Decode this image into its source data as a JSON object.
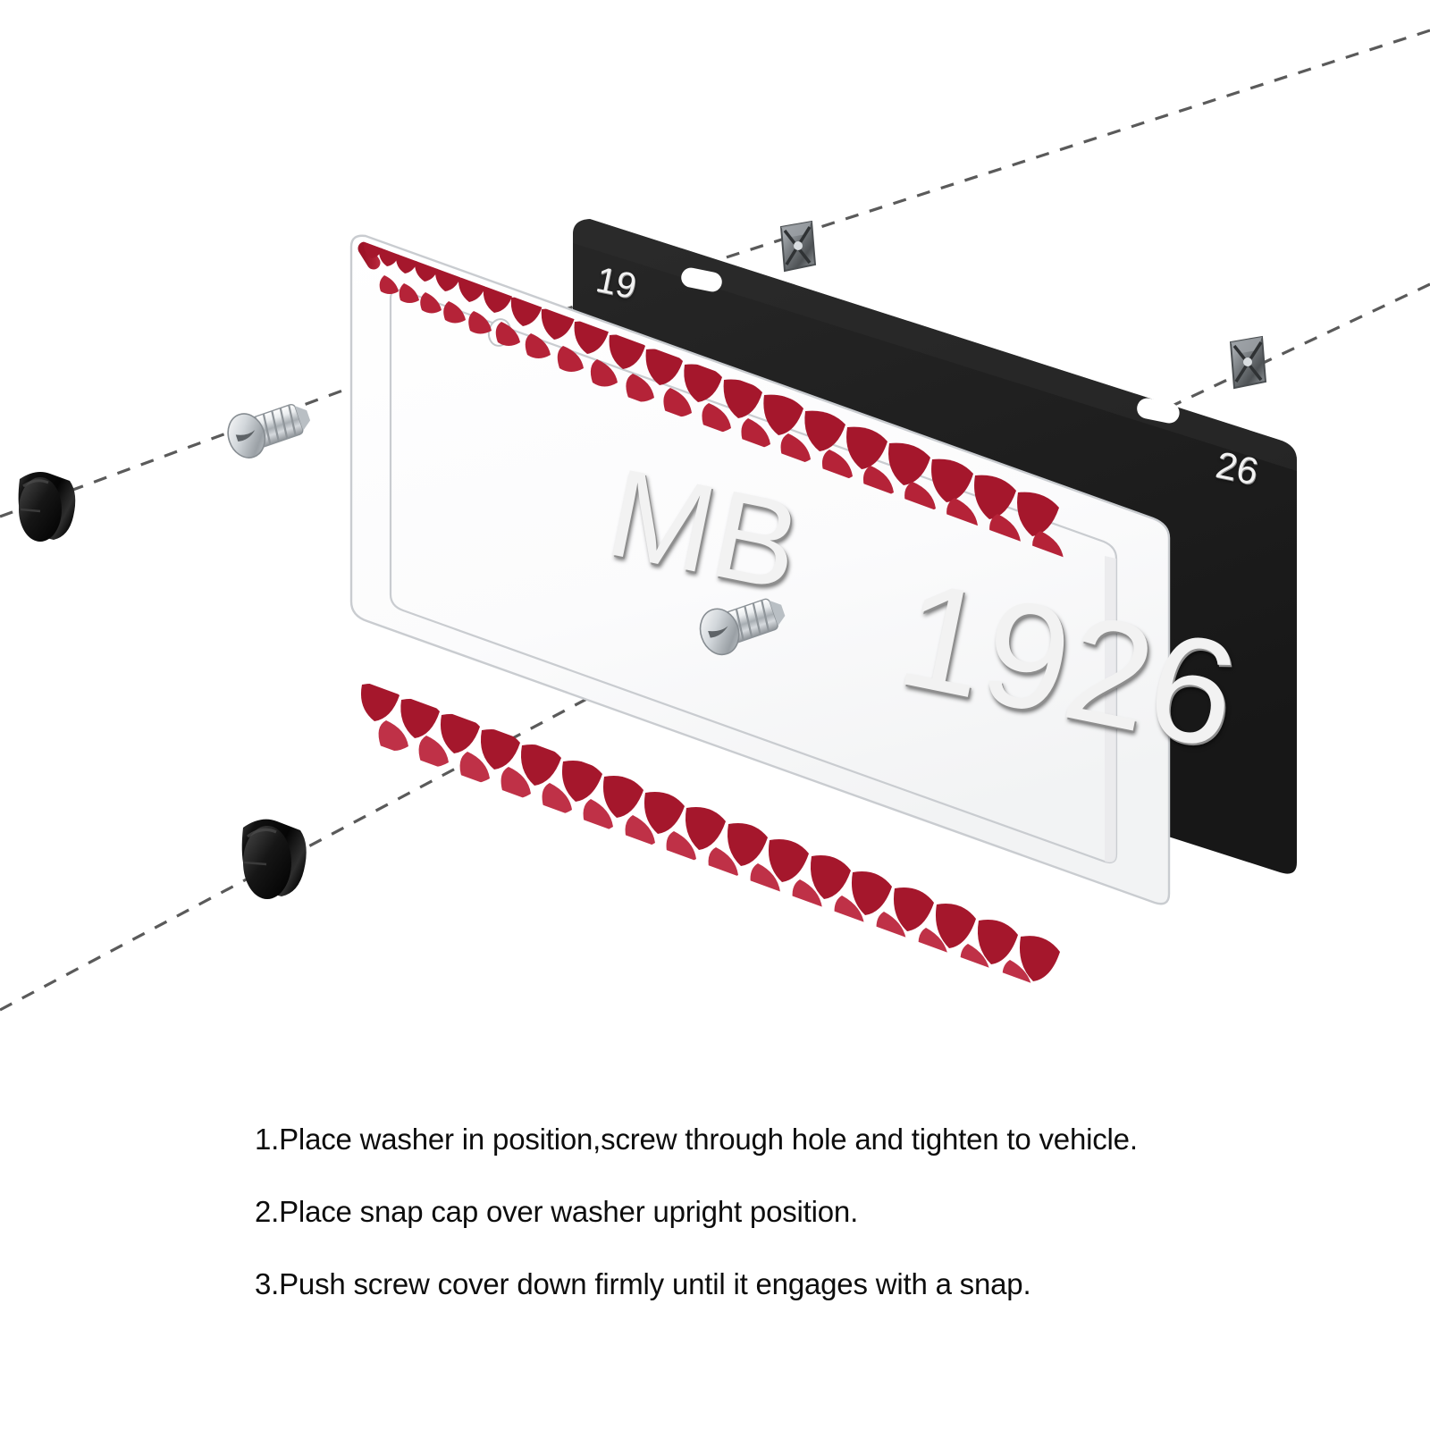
{
  "scene": {
    "background_color": "#ffffff",
    "title": "Baseball license plate frame assembly diagram"
  },
  "license_plate": {
    "body_color": "#1f1f1f",
    "text_color": "#f2f2f2",
    "main_letters": "MB",
    "main_digits": "1926",
    "registration_tab_left": "19",
    "registration_tab_right": "26"
  },
  "frame": {
    "label": "baseball stitch license plate frame",
    "body_color": "#ffffff",
    "outline_color": "#c9ccd0",
    "stitch_color": "#a5172c",
    "stitch_color_light": "#c8304a"
  },
  "hardware": {
    "screw_label": "screw",
    "screw_color": "#c8cdd2",
    "washer_label": "square washer",
    "washer_color": "#6c7073",
    "snap_cap_label": "snap cap",
    "snap_cap_color": "#141414",
    "guide_line_color": "#5a5a5a",
    "screw_count": 2,
    "washer_count": 2,
    "snap_cap_count": 2
  },
  "instructions": {
    "steps": [
      "1.Place washer in position,screw through hole and tighten to vehicle.",
      "2.Place snap cap over washer upright position.",
      "3.Push screw cover down firmly until it engages with a snap."
    ]
  }
}
